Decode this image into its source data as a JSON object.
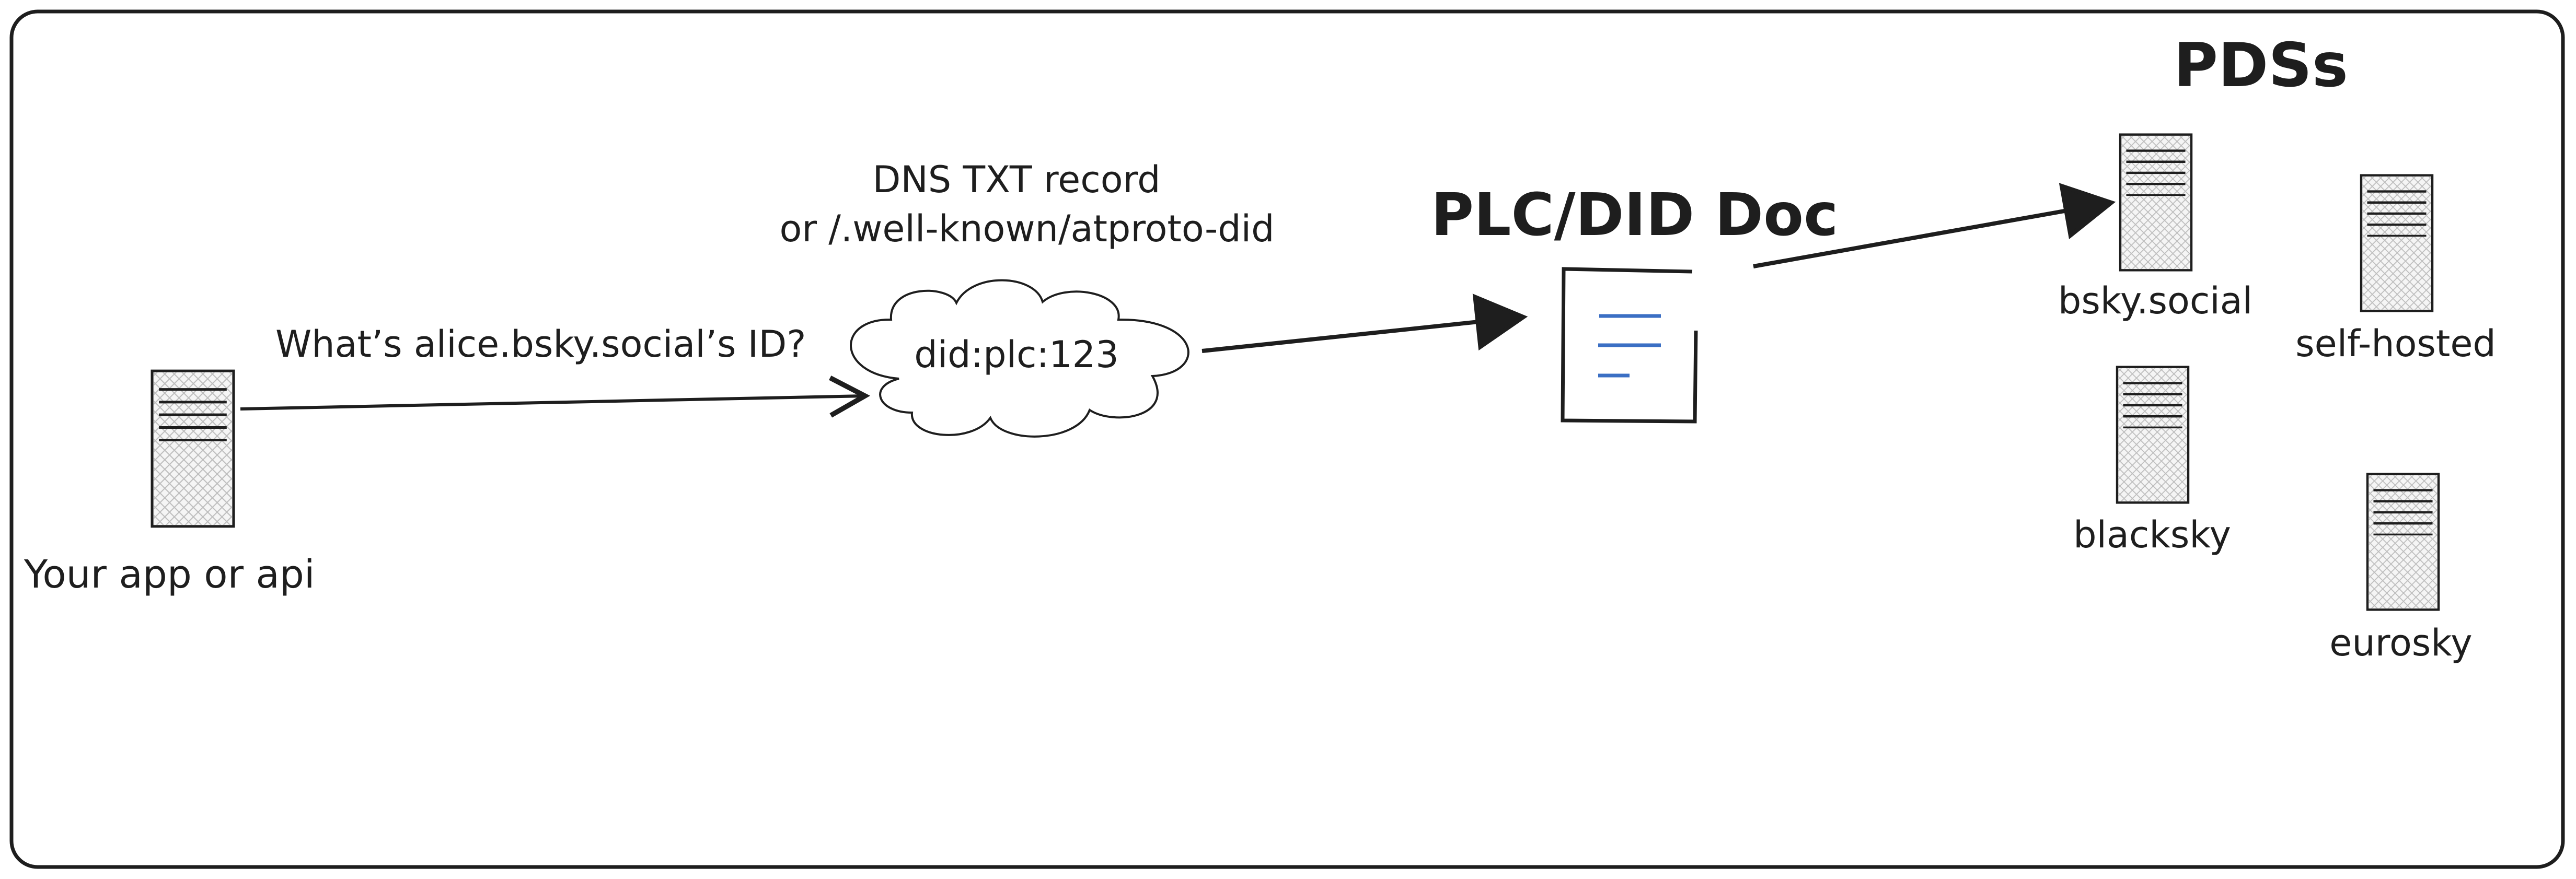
{
  "client": {
    "label": "Your app or api"
  },
  "query": {
    "label": "What’s alice.bsky.social’s ID?"
  },
  "resolver": {
    "line1": "DNS TXT record",
    "line2": "or /.well-known/atproto-did",
    "cloud_text": "did:plc:123"
  },
  "plc": {
    "title": "PLC/DID Doc",
    "accent_color": "#3b6fc4"
  },
  "pds": {
    "title": "PDSs",
    "servers": [
      {
        "label": "bsky.social"
      },
      {
        "label": "self-hosted"
      },
      {
        "label": "blacksky"
      },
      {
        "label": "eurosky"
      }
    ]
  }
}
